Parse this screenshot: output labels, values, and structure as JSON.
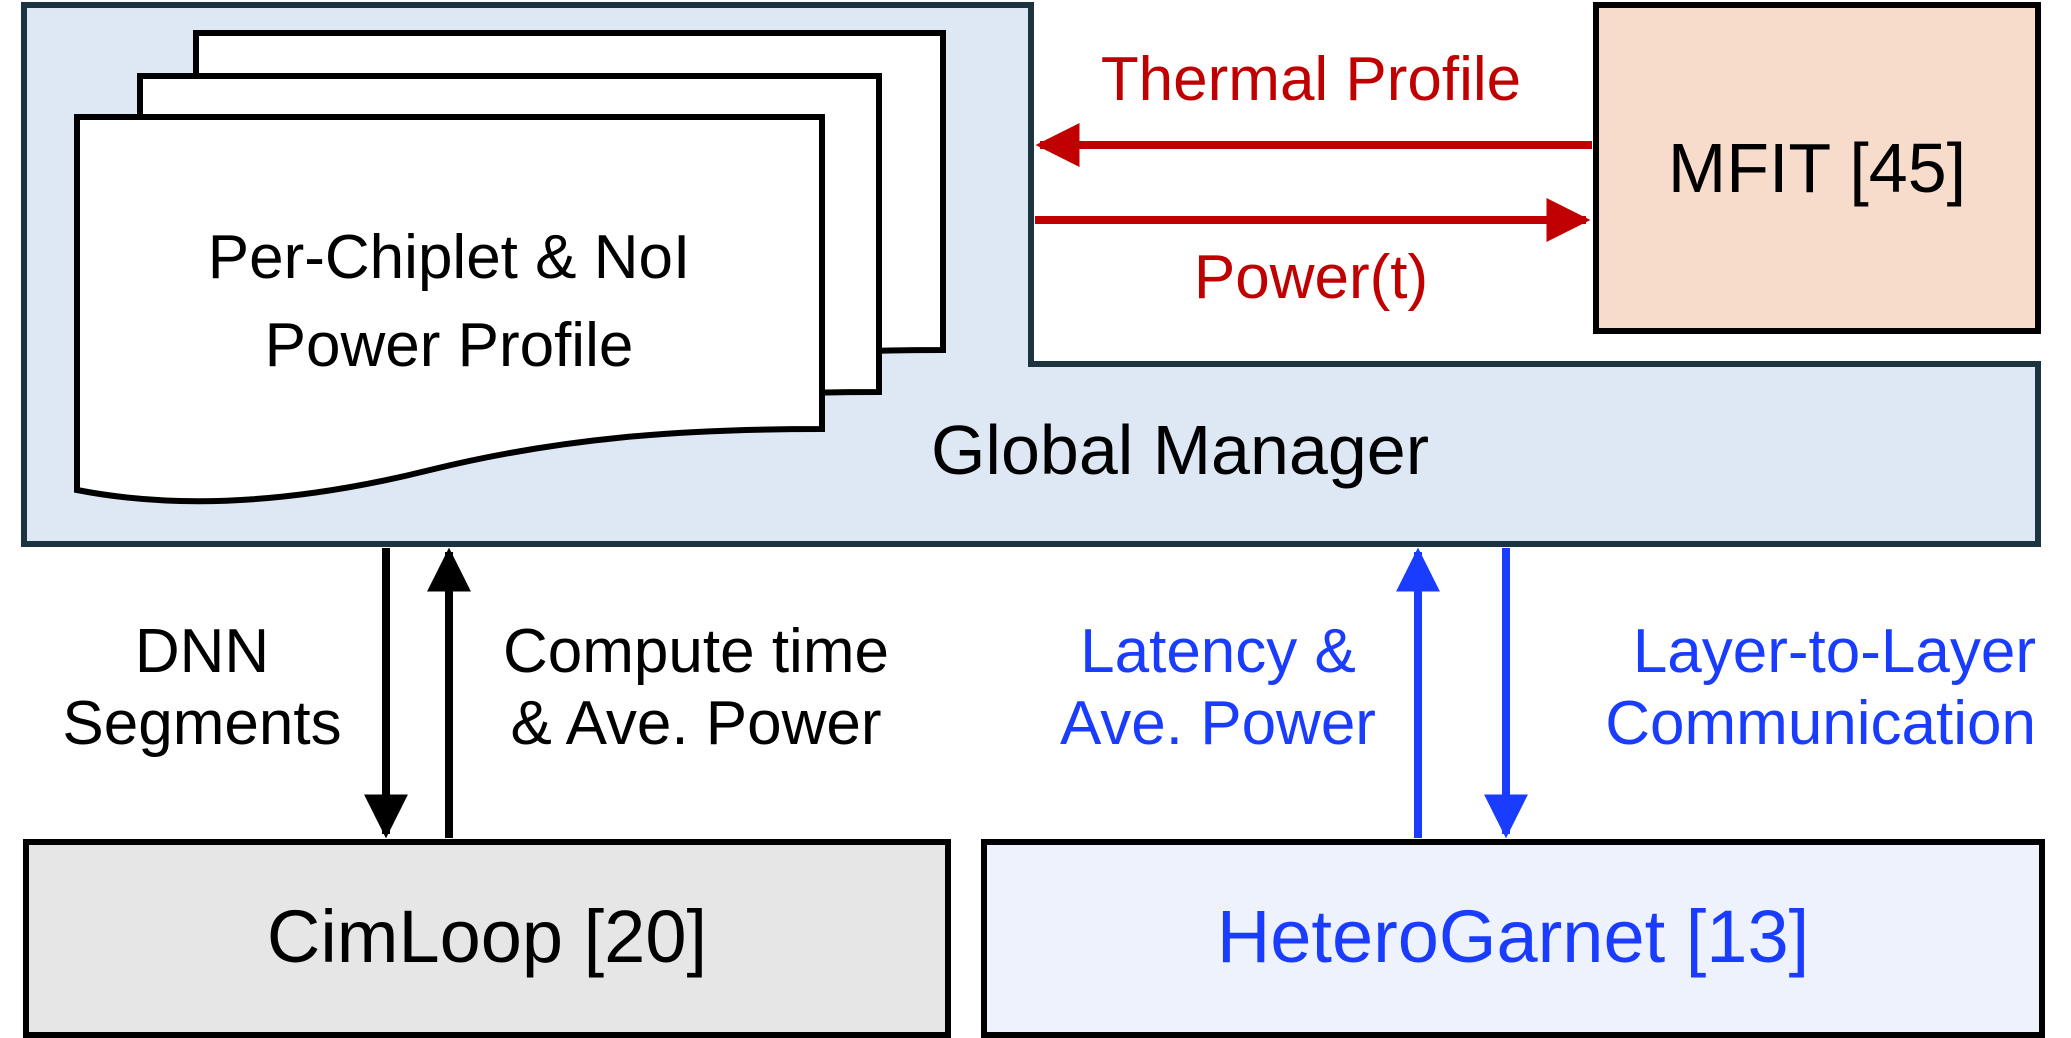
{
  "global_manager": {
    "label": "Global Manager"
  },
  "power_profile": {
    "line1": "Per-Chiplet & NoI",
    "line2": "Power Profile"
  },
  "mfit": {
    "label": "MFIT [45]"
  },
  "thermal_link": {
    "thermal_label": "Thermal Profile",
    "power_label": "Power(t)"
  },
  "cimloop": {
    "label": "CimLoop [20]",
    "down_label_line1": "DNN",
    "down_label_line2": "Segments",
    "up_label_line1": "Compute time",
    "up_label_line2": "& Ave. Power"
  },
  "heterogarnet": {
    "label": "HeteroGarnet [13]",
    "up_label_line1": "Latency &",
    "up_label_line2": "Ave. Power",
    "down_label_line1": "Layer-to-Layer",
    "down_label_line2": "Communication"
  },
  "colors": {
    "black": "#000000",
    "red": "#c00000",
    "blue": "#1a3cff",
    "global_fill": "#dde8f4",
    "global_stroke": "#1c3340",
    "mfit_fill": "#f8dccb",
    "cimloop_fill": "#e6e6e6",
    "hetero_fill": "#eef2fc"
  }
}
